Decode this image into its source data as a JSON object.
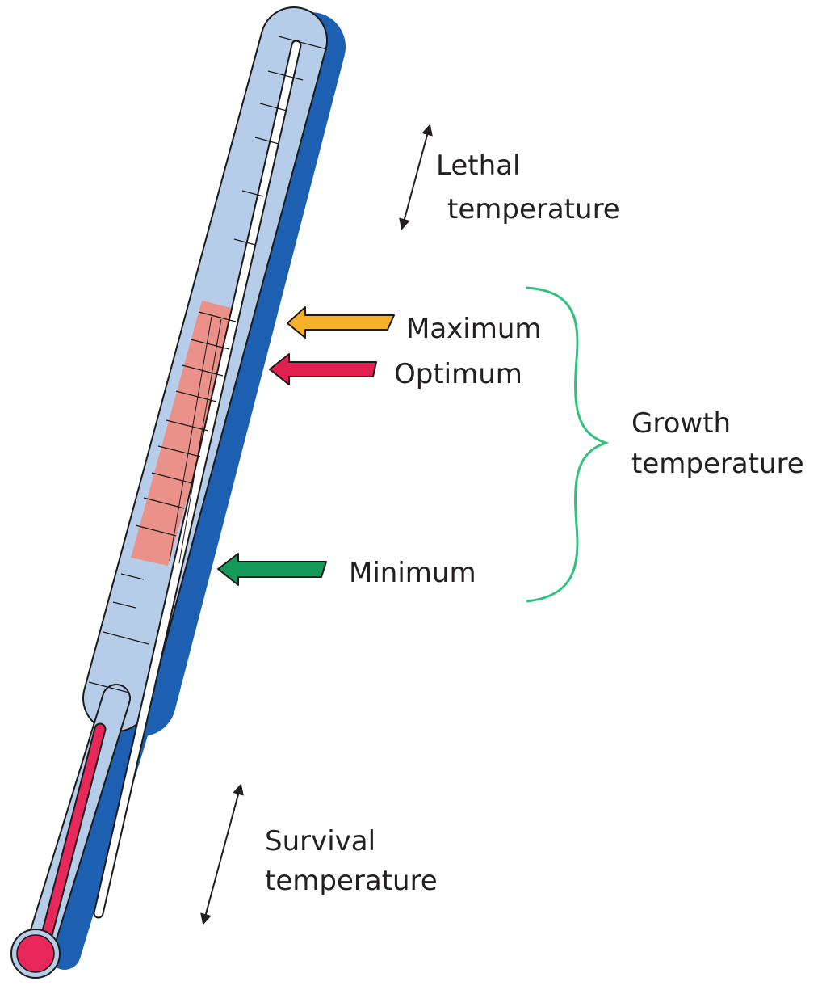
{
  "labels": {
    "lethal_line1": "Lethal",
    "lethal_line2": "temperature",
    "maximum": "Maximum",
    "optimum": "Optimum",
    "minimum": "Minimum",
    "growth_line1": "Growth",
    "growth_line2": "temperature",
    "survival_line1": "Survival",
    "survival_line2": "temperature"
  },
  "colors": {
    "tube_shadow": "#1d5fb0",
    "tube_fill": "#b6cde9",
    "outline": "#1a1a1a",
    "capillary": "#ffffff",
    "growth_band": "#ef8c80",
    "mercury": "#e8285a",
    "maximum_arrow": "#f6b12a",
    "optimum_arrow": "#e0204f",
    "minimum_arrow": "#149a5a",
    "brace": "#2ec27e"
  },
  "icons": {
    "maximum_arrow": "left-arrow-icon",
    "optimum_arrow": "left-arrow-icon",
    "minimum_arrow": "left-arrow-icon",
    "lethal_arrow": "double-headed-arrow-icon",
    "survival_arrow": "double-headed-arrow-icon"
  }
}
